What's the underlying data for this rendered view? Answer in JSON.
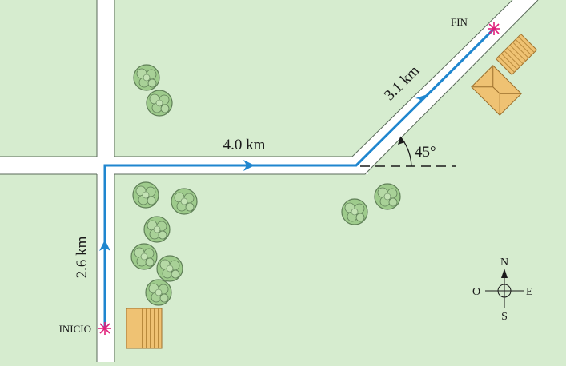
{
  "labels": {
    "start": "INICIO",
    "end": "FIN",
    "leg1": "2.6 km",
    "leg2": "4.0 km",
    "leg3": "3.1 km",
    "angle": "45°"
  },
  "compass": {
    "north": "N",
    "south": "S",
    "east": "E",
    "west": "O"
  },
  "colors": {
    "ground": "#d6eccf",
    "road": "#ffffff",
    "road_edge": "#5a6a5a",
    "path": "#1f86cf",
    "marker": "#e0207a",
    "tree": "#9ecb8c",
    "tree_outline": "#5f7f57",
    "building": "#efc273",
    "building_outline": "#9c6f2c"
  },
  "icons": {
    "marker": "star-marker-icon",
    "compass": "compass-rose-icon",
    "tree": "tree-icon",
    "building": "building-icon"
  }
}
